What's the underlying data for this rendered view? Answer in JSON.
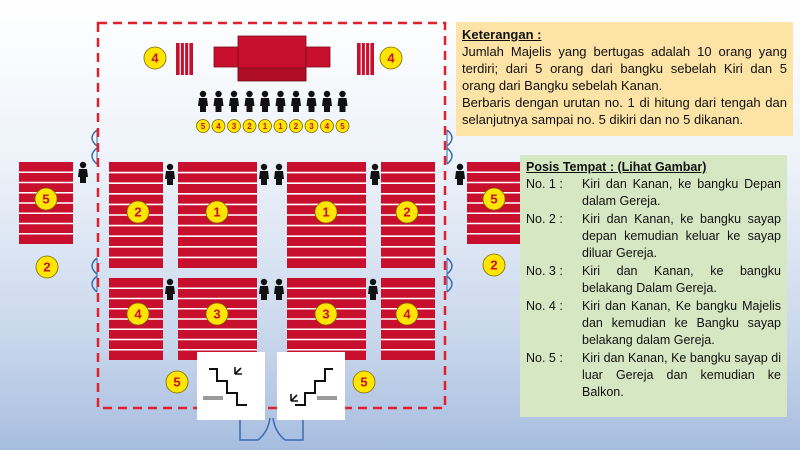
{
  "legend": {
    "title": "Keterangan :",
    "paragraphs": [
      "Jumlah Majelis yang bertugas adalah 10 orang yang terdiri; dari 5 orang dari bangku sebelah Kiri dan 5 orang dari Bangku sebelah Kanan.",
      "Berbaris dengan urutan no. 1 di hitung dari tengah dan selanjutnya sampai no. 5 dikiri dan no 5 dikanan."
    ]
  },
  "positions": {
    "title": "Posis Tempat : (Lihat Gambar)",
    "items": [
      {
        "num": "No. 1 :",
        "text": "Kiri dan Kanan, ke bangku Depan dalam Gereja."
      },
      {
        "num": "No. 2 :",
        "text": "Kiri dan Kanan, ke bangku sayap depan kemudian keluar ke sayap diluar Gereja."
      },
      {
        "num": "No. 3 :",
        "text": "Kiri dan Kanan, ke bangku belakang Dalam Gereja."
      },
      {
        "num": "No. 4 :",
        "text": "Kiri dan Kanan, Ke bangku Majelis dan kemudian ke Bangku sayap belakang dalam Gereja."
      },
      {
        "num": "No. 5 :",
        "text": "Kiri dan Kanan, Ke bangku sayap di luar Gereja dan kemudian ke Balkon."
      }
    ]
  },
  "lineup_numbers": [
    "5",
    "4",
    "3",
    "2",
    "1",
    "1",
    "2",
    "3",
    "4",
    "5"
  ],
  "block_labels": {
    "front_center_left": "1",
    "front_center_right": "1",
    "front_wing_left": "2",
    "front_wing_right": "2",
    "back_center_left": "3",
    "back_center_right": "3",
    "back_wing_left": "4",
    "back_wing_right": "4",
    "outside_left": "5",
    "outside_right": "5",
    "outside_below_left": "2",
    "outside_below_right": "2",
    "majelis_left": "4",
    "majelis_right": "4",
    "stairs_left": "5",
    "stairs_right": "5"
  },
  "colors": {
    "pew": "#c8102e",
    "pew_line": "#ffffff",
    "badge_fill": "#ffe500",
    "badge_text": "#c8102e",
    "boundary": "#e0202a",
    "door": "#3a6bb4",
    "person": "#111111"
  }
}
